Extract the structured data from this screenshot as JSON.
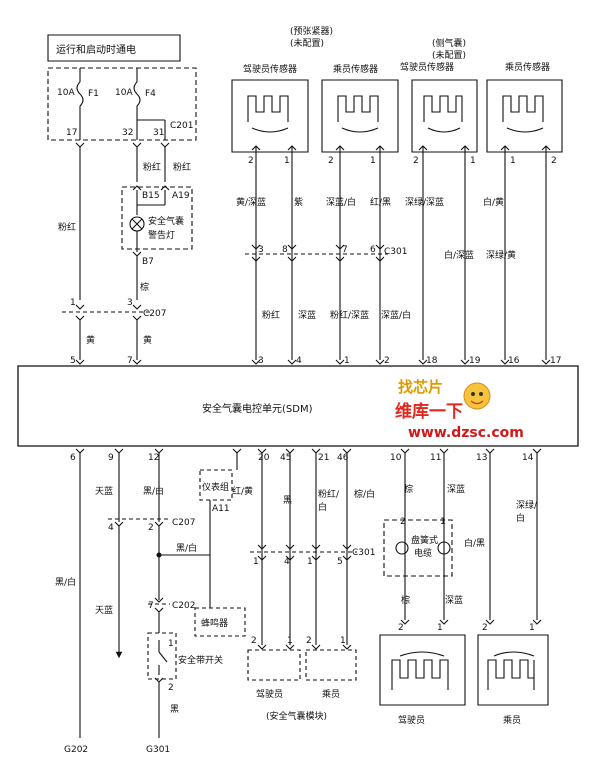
{
  "power_label": "运行和启动时通电",
  "fuses": [
    {
      "rating": "10A",
      "id": "F1",
      "pin": "17"
    },
    {
      "rating": "10A",
      "id": "F4",
      "pin": "32"
    }
  ],
  "c201": {
    "pin": "31",
    "name": "C201"
  },
  "wire_colors": {
    "pink": "粉红",
    "brown": "棕",
    "yellow": "黄",
    "yellow_deepblue": "黄/深蓝",
    "purple": "紫",
    "deepblue_white": "深蓝/白",
    "red_black": "红/黑",
    "deepgreen_deepblue": "深绿/深蓝",
    "white_yellow": "白/黄",
    "white_deepblue": "白/深蓝",
    "deepgreen_yellow": "深绿/黄",
    "deepblue": "深蓝",
    "pink_deepblue": "粉红/深蓝",
    "black_white": "黑/白",
    "sky_blue": "天蓝",
    "red_yellow": "红/黄",
    "black": "黑",
    "pink_white": "粉红/白",
    "brown_white": "棕/白",
    "white_black": "白/黑",
    "deepgreen_white": "深绿/白"
  },
  "warning_lamp": {
    "label": "安全气囊警告灯",
    "pin_b15": "B15",
    "pin_a19": "A19",
    "pin_b7": "B7"
  },
  "c207": {
    "name": "C207",
    "pin1": "1",
    "pin3": "3",
    "pin4": "4",
    "pin2": "2"
  },
  "top_headers": {
    "pretensioner": "(预张紧器)",
    "not_configured": "(未配置)",
    "side_airbag": "(侧气囊)",
    "driver_sensor": "驾驶员传感器",
    "passenger_sensor": "乘员传感器"
  },
  "sensor_pins": [
    "2",
    "1",
    "2",
    "1",
    "2",
    "1",
    "1",
    "2"
  ],
  "c301_top": {
    "name": "C301",
    "pins": [
      "3",
      "8",
      "7",
      "6"
    ]
  },
  "sdm_top_pins": [
    "5",
    "7",
    "3",
    "4",
    "1",
    "2",
    "18",
    "19",
    "16",
    "17"
  ],
  "sdm_label": "安全气囊电控单元(SDM)",
  "sdm_bottom_pins": [
    "6",
    "9",
    "12",
    "20",
    "45",
    "21",
    "46",
    "10",
    "11",
    "13",
    "14"
  ],
  "instrument_cluster": {
    "label": "仪表组",
    "pin": "A11"
  },
  "c202": {
    "name": "C202",
    "pin": "7"
  },
  "buzzer": "蜂鸣器",
  "seatbelt_switch": {
    "label": "安全带开关",
    "pin1": "1",
    "pin2": "2"
  },
  "c301_bottom": {
    "name": "C301",
    "pins": [
      "1",
      "4",
      "1",
      "5"
    ]
  },
  "airbag_module_pins": [
    "2",
    "1",
    "2",
    "1"
  ],
  "coil": {
    "label_1": "盘簧式",
    "label_2": "电缆",
    "pins_top": [
      "2",
      "1"
    ],
    "pins_bottom": [
      "2",
      "1"
    ]
  },
  "bottom_airbag_pins": [
    "2",
    "1",
    "2",
    "1"
  ],
  "bottom_labels": {
    "driver": "驾驶员",
    "passenger": "乘员",
    "airbag_module": "(安全气囊模块)"
  },
  "grounds": [
    "G202",
    "G301"
  ],
  "watermark": {
    "line1": "维库一下",
    "line2": "www.dzsc.com",
    "logo": "找芯片"
  }
}
